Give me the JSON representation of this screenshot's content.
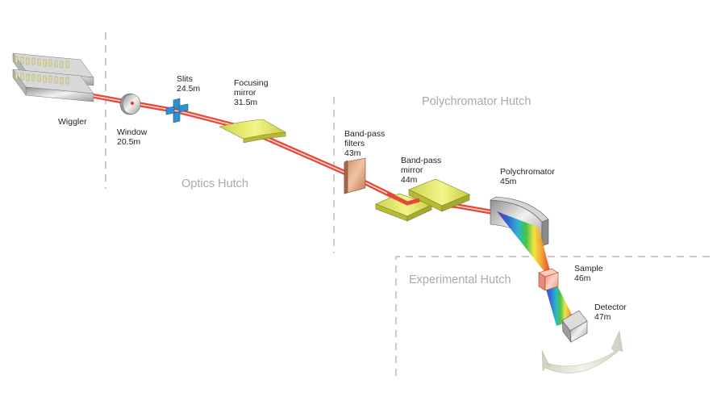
{
  "diagram": {
    "type": "synchrotron beamline schematic",
    "hutches": [
      {
        "id": "optics",
        "label": "Optics Hutch"
      },
      {
        "id": "polychromator",
        "label": "Polychromator Hutch"
      },
      {
        "id": "experimental",
        "label": "Experimental Hutch"
      }
    ],
    "components": [
      {
        "id": "wiggler",
        "name": "Wiggler",
        "distance": ""
      },
      {
        "id": "window",
        "name": "Window",
        "distance": "20.5m"
      },
      {
        "id": "slits",
        "name": "Slits",
        "distance": "24.5m"
      },
      {
        "id": "focusing-mirror",
        "name": "Focusing\nmirror",
        "distance": "31.5m"
      },
      {
        "id": "band-pass-filters",
        "name": "Band-pass\nfilters",
        "distance": "43m"
      },
      {
        "id": "band-pass-mirror",
        "name": "Band-pass\nmirror",
        "distance": "44m"
      },
      {
        "id": "polychromator",
        "name": "Polychromator",
        "distance": "45m"
      },
      {
        "id": "sample",
        "name": "Sample",
        "distance": "46m"
      },
      {
        "id": "detector",
        "name": "Detector",
        "distance": "47m"
      }
    ],
    "colors": {
      "beam": "#e8483a",
      "beam_core": "#ffd9d0",
      "hutch_label": "#a9a9a9",
      "divider": "#aaaaaa",
      "mirror": "#e4e86a",
      "filter": "#d9a07f",
      "sample": "#f6b3a0",
      "slits": "#2f8fd0",
      "metal": "#c7c7c7"
    }
  }
}
